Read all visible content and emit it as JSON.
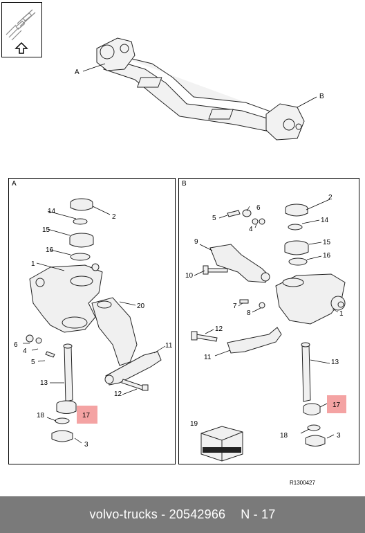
{
  "overview": {
    "callout_a": "A",
    "callout_b": "B"
  },
  "panel_a": {
    "letter": "A",
    "labels": [
      "14",
      "2",
      "15",
      "16",
      "1",
      "20",
      "6",
      "4",
      "5",
      "11",
      "13",
      "12",
      "17",
      "18",
      "3"
    ],
    "highlight": "17"
  },
  "panel_b": {
    "letter": "B",
    "labels": [
      "6",
      "5",
      "4",
      "2",
      "14",
      "9",
      "15",
      "16",
      "10",
      "7",
      "8",
      "1",
      "12",
      "11",
      "13",
      "17",
      "19",
      "18",
      "3"
    ],
    "highlight": "17"
  },
  "reference_code": "R1300427",
  "footer": {
    "brand": "volvo-trucks",
    "separator": " - ",
    "part_number": "20542966",
    "page": "N - 17"
  },
  "colors": {
    "highlight": "#f4a3a3",
    "footer_bg": "#7a7a7a",
    "footer_text": "#ffffff"
  },
  "icons": [
    "hand-direction-icon",
    "up-arrow-icon"
  ]
}
